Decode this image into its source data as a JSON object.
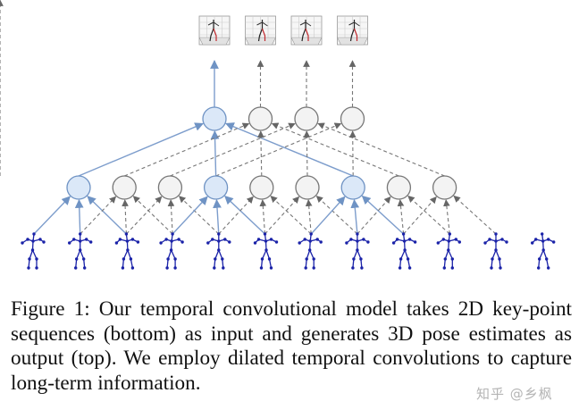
{
  "figure": {
    "inputs": 12,
    "layer1_nodes": 9,
    "layer2_nodes": 4,
    "outputs": 4,
    "highlight_color": "#dbe8f8",
    "highlight_stroke": "#6f93c4",
    "plain_node_fill": "#f3f3f3",
    "plain_node_stroke": "#777777",
    "skeleton_color": "#1a22a8"
  },
  "caption": {
    "text": "Figure 1: Our temporal convolutional model takes 2D key-point sequences (bottom) as input and generates 3D pose estimates as output (top). We employ dilated temporal convolutions to capture long-term information."
  },
  "watermark": {
    "text": "知乎 @乡枫"
  }
}
